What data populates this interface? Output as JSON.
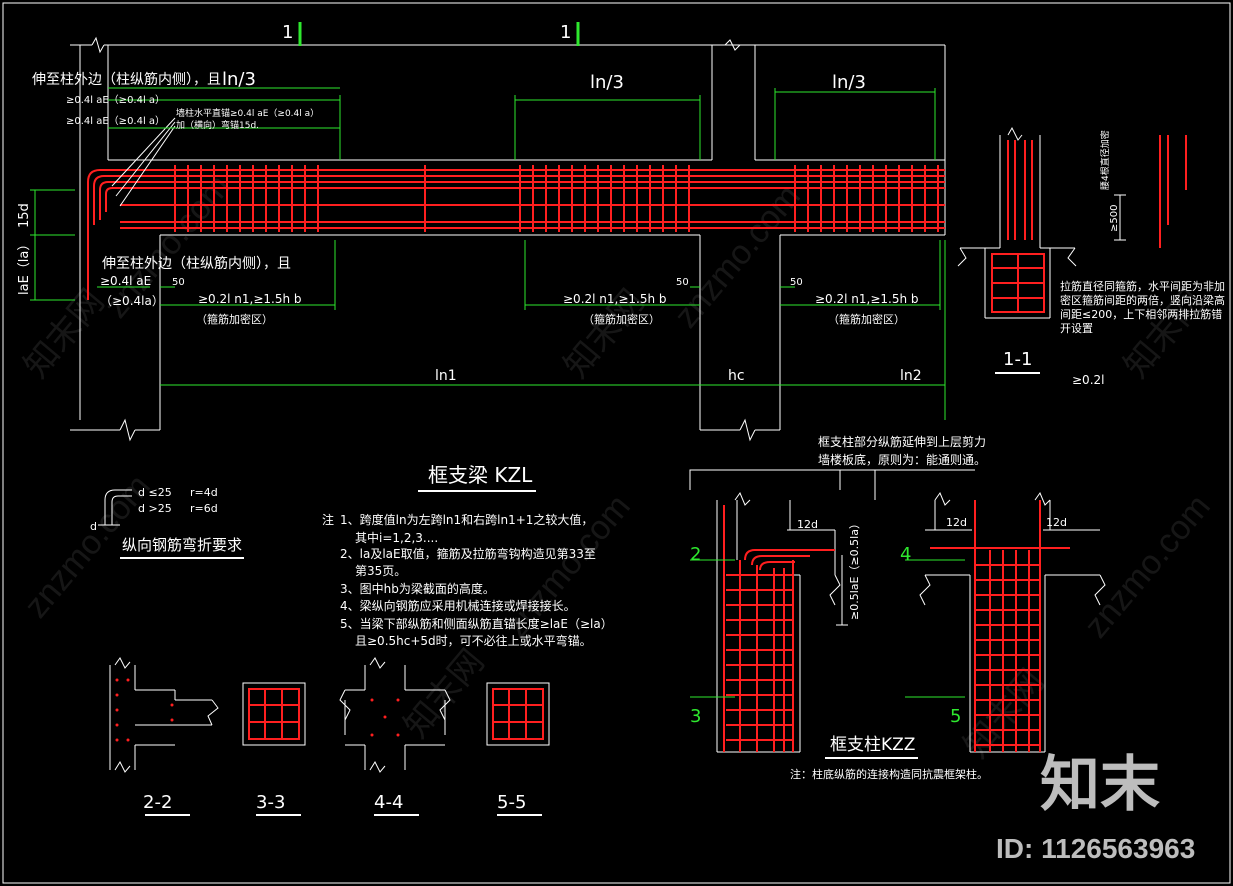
{
  "section_marks": {
    "mark_1a": "1",
    "mark_1b": "1"
  },
  "beam": {
    "top_note_line1": "伸至柱外边（柱纵筋内侧），且",
    "top_note_lae1": "≥0.4l aE（≥0.4l a）",
    "top_note_lae2": "≥0.4l aE（≥0.4l a）",
    "callout_line1": "墙柱水平直锚≥0.4l aE（≥0.4l a）",
    "callout_line2": "加（横向）弯锚15d.",
    "ln3_left": "ln/3",
    "ln3_mid": "ln/3",
    "ln3_right": "ln/3",
    "vert_15d": "15d",
    "vert_lae": "laE（la）",
    "bottom_note_line1": "伸至柱外边（柱纵筋内侧），且",
    "bottom_note_lae": "≥0.4l aE",
    "bottom_note_la": "（≥0.4la）",
    "dim_50_a": "50",
    "dim_50_b": "50",
    "dim_50_c": "50",
    "dense_left": "≥0.2l n1,≥1.5h b",
    "dense_mid": "≥0.2l n1,≥1.5h b",
    "dense_right": "≥0.2l n1,≥1.5h b",
    "dense_label_left": "（箍筋加密区）",
    "dense_label_mid": "（箍筋加密区）",
    "dense_label_right": "（箍筋加密区）",
    "span_ln1": "ln1",
    "span_hc": "hc",
    "span_ln2": "ln2",
    "title": "框支梁 KZL"
  },
  "section_1_1": {
    "label": "1-1",
    "side_note": "腰4根直径加密",
    "ge500": "≥500",
    "note_line1": "拉筋直径同箍筋，水平间距为非加",
    "note_line2": "密区箍筋间距的两倍，竖向沿梁高",
    "note_line3": "间距≤200，上下相邻两排拉筋错",
    "note_line4": "开设置",
    "ge02l": "≥0.2l"
  },
  "bend": {
    "d_le25": "d ≤25",
    "r4d": "r=4d",
    "d_gt25": "d >25",
    "r6d": "r=6d",
    "d": "d",
    "title": "纵向钢筋弯折要求"
  },
  "notes": {
    "prefix": "注",
    "n1": "1、跨度值ln为左跨ln1和右跨ln1+1之较大值，",
    "n1b": "其中i=1,2,3....",
    "n2": "2、la及laE取值，箍筋及拉筋弯钩构造见第33至",
    "n2b": "第35页。",
    "n3": "3、图中hb为梁截面的高度。",
    "n4": "4、梁纵向钢筋应采用机械连接或焊接接长。",
    "n5": "5、当梁下部纵筋和侧面纵筋直锚长度≥laE（≥la）",
    "n5b": "且≥0.5hc+5d时，可不必往上或水平弯锚。"
  },
  "sections": {
    "s22": "2-2",
    "s33": "3-3",
    "s44": "4-4",
    "s55": "5-5"
  },
  "column": {
    "top_note1": "框支柱部分纵筋延伸到上层剪力",
    "top_note2": "墙楼板底，原则为：能通则通。",
    "dim12d_a": "12d",
    "dim12d_b": "12d",
    "dim12d_c": "12d",
    "lae_vert": "≥0.5laE（≥0.5la）",
    "mark2": "2",
    "mark3": "3",
    "mark4": "4",
    "mark5": "5",
    "title": "框支柱KZZ",
    "footnote": "注：柱底纵筋的连接构造同抗震框架柱。"
  },
  "watermark": {
    "logo": "知末",
    "id": "ID: 1126563963",
    "site": "znzmo.com",
    "cn": "知末网"
  },
  "colors": {
    "rebar": "#ff1f1f",
    "dimension": "#2ee82e",
    "outline": "#ffffff",
    "background": "#000000"
  }
}
